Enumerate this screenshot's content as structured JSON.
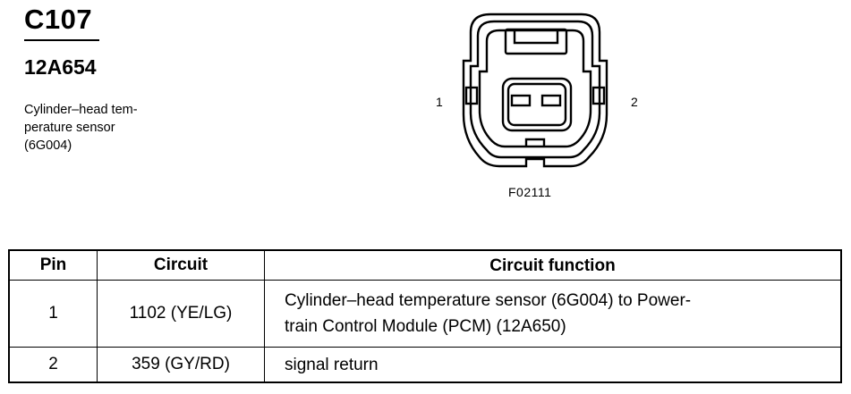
{
  "header": {
    "connector_id": "C107",
    "part_number": "12A654",
    "description_lines": [
      "Cylinder–head tem-",
      "perature sensor",
      "(6G004)"
    ]
  },
  "figure": {
    "pin_left": "1",
    "pin_right": "2",
    "code": "F02111"
  },
  "table": {
    "headers": {
      "pin": "Pin",
      "circuit": "Circuit",
      "function": "Circuit function"
    },
    "rows": [
      {
        "pin": "1",
        "circuit": "1102 (YE/LG)",
        "function_lines": [
          "Cylinder–head temperature sensor (6G004) to Power-",
          "train Control Module (PCM) (12A650)"
        ]
      },
      {
        "pin": "2",
        "circuit": "359 (GY/RD)",
        "function_lines": [
          "signal return"
        ]
      }
    ]
  }
}
